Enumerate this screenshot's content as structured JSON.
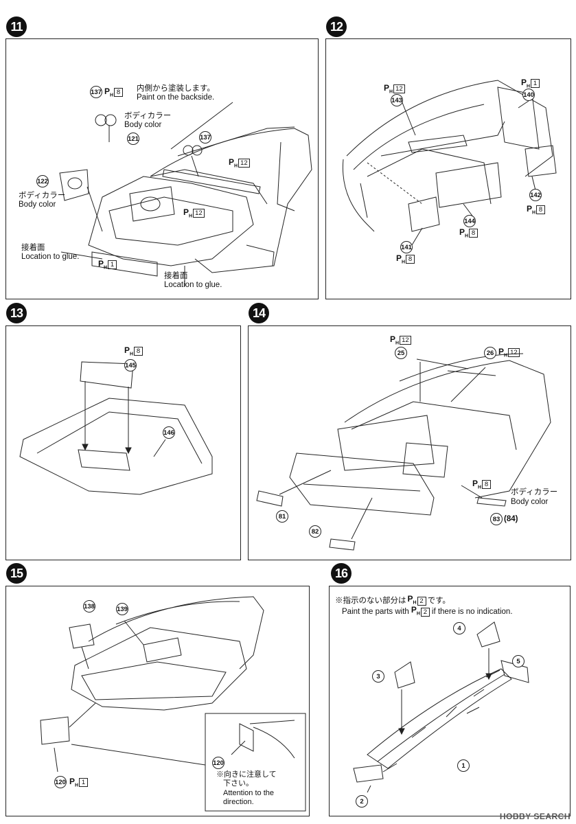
{
  "steps": [
    {
      "number": "11",
      "labels": {
        "paint_backside_jp": "内側から塗装します。",
        "paint_backside_en": "Paint on the backside.",
        "body_color_a_jp": "ボディカラー",
        "body_color_a_en": "Body color",
        "body_color_b_jp": "ボディカラー",
        "body_color_b_en": "Body color",
        "glue1_jp": "接着面",
        "glue1_en": "Location to glue.",
        "glue2_jp": "接着面",
        "glue2_en": "Location to glue."
      },
      "parts": [
        "137",
        "121",
        "137",
        "122"
      ],
      "paints": [
        "8",
        "12",
        "12",
        "1"
      ]
    },
    {
      "number": "12",
      "parts": [
        "143",
        "140",
        "142",
        "144",
        "141"
      ],
      "paints": [
        "12",
        "1",
        "8",
        "8",
        "8"
      ]
    },
    {
      "number": "13",
      "parts": [
        "145",
        "146"
      ],
      "paints": [
        "8"
      ]
    },
    {
      "number": "14",
      "labels": {
        "body_color_jp": "ボディカラー",
        "body_color_en": "Body color",
        "part83_84": "(84)"
      },
      "parts": [
        "25",
        "26",
        "81",
        "82",
        "83"
      ],
      "paints": [
        "12",
        "12",
        "8"
      ]
    },
    {
      "number": "15",
      "labels": {
        "attention_jp1": "※向きに注意して",
        "attention_jp2": "下さい。",
        "attention_en1": "Attention to the",
        "attention_en2": "direction."
      },
      "parts": [
        "138",
        "139",
        "120",
        "120"
      ],
      "paints": [
        "1"
      ]
    },
    {
      "number": "16",
      "labels": {
        "note_jp_pre": "※指示のない部分は",
        "note_jp_post": "です。",
        "note_en_pre": "Paint the parts with",
        "note_en_post": "if there is no indication."
      },
      "parts": [
        "4",
        "3",
        "5",
        "1",
        "2"
      ],
      "paints": [
        "2",
        "2"
      ]
    }
  ],
  "paint_prefix": "P",
  "paint_sub": "H",
  "watermark": "HOBBY SEARCH"
}
